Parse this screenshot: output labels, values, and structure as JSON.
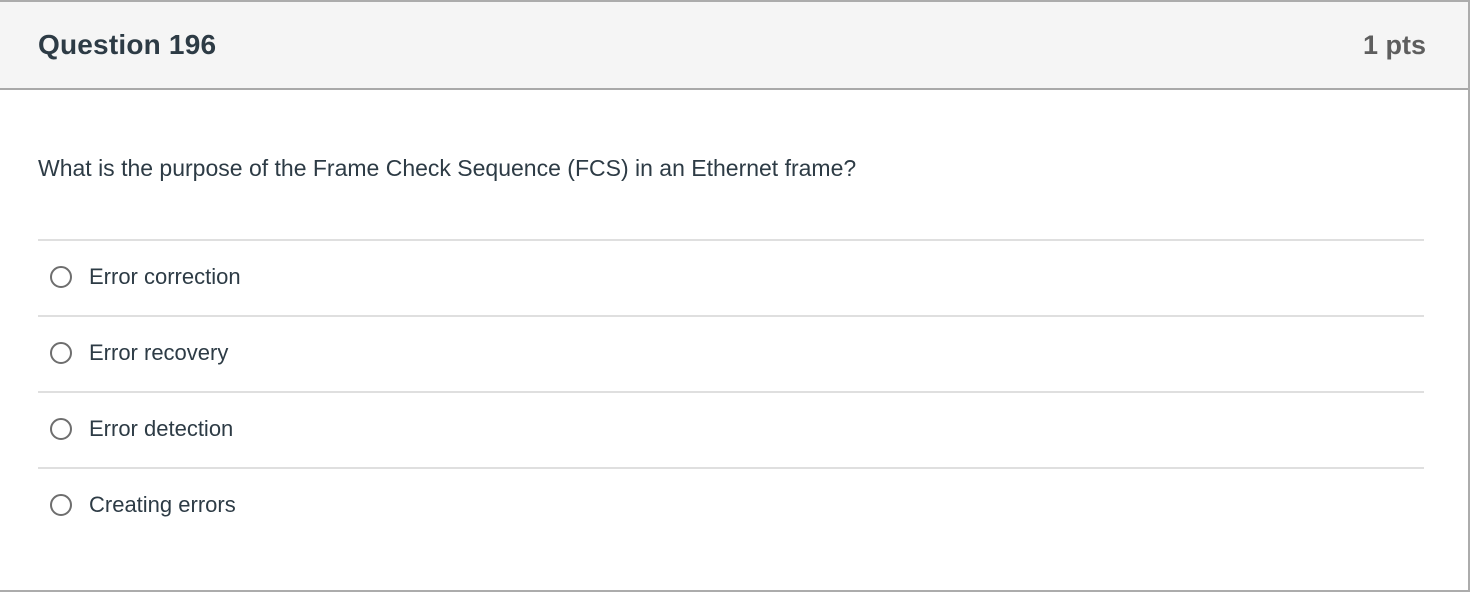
{
  "question": {
    "title": "Question 196",
    "points": "1 pts",
    "text": "What is the purpose of the Frame Check Sequence (FCS) in an Ethernet frame?",
    "options": [
      "Error correction",
      "Error recovery",
      "Error detection",
      "Creating errors"
    ],
    "selected_option_index": null
  },
  "colors": {
    "header_bg": "#F5F5F5",
    "card_border": "#ACACAC",
    "header_border": "#A9A9A9",
    "title_text": "#2D3B45",
    "points_text": "#5E5E5E",
    "body_text": "#2D3B45",
    "divider": "#DFDFDF",
    "radio_border": "#6E6E6E"
  }
}
